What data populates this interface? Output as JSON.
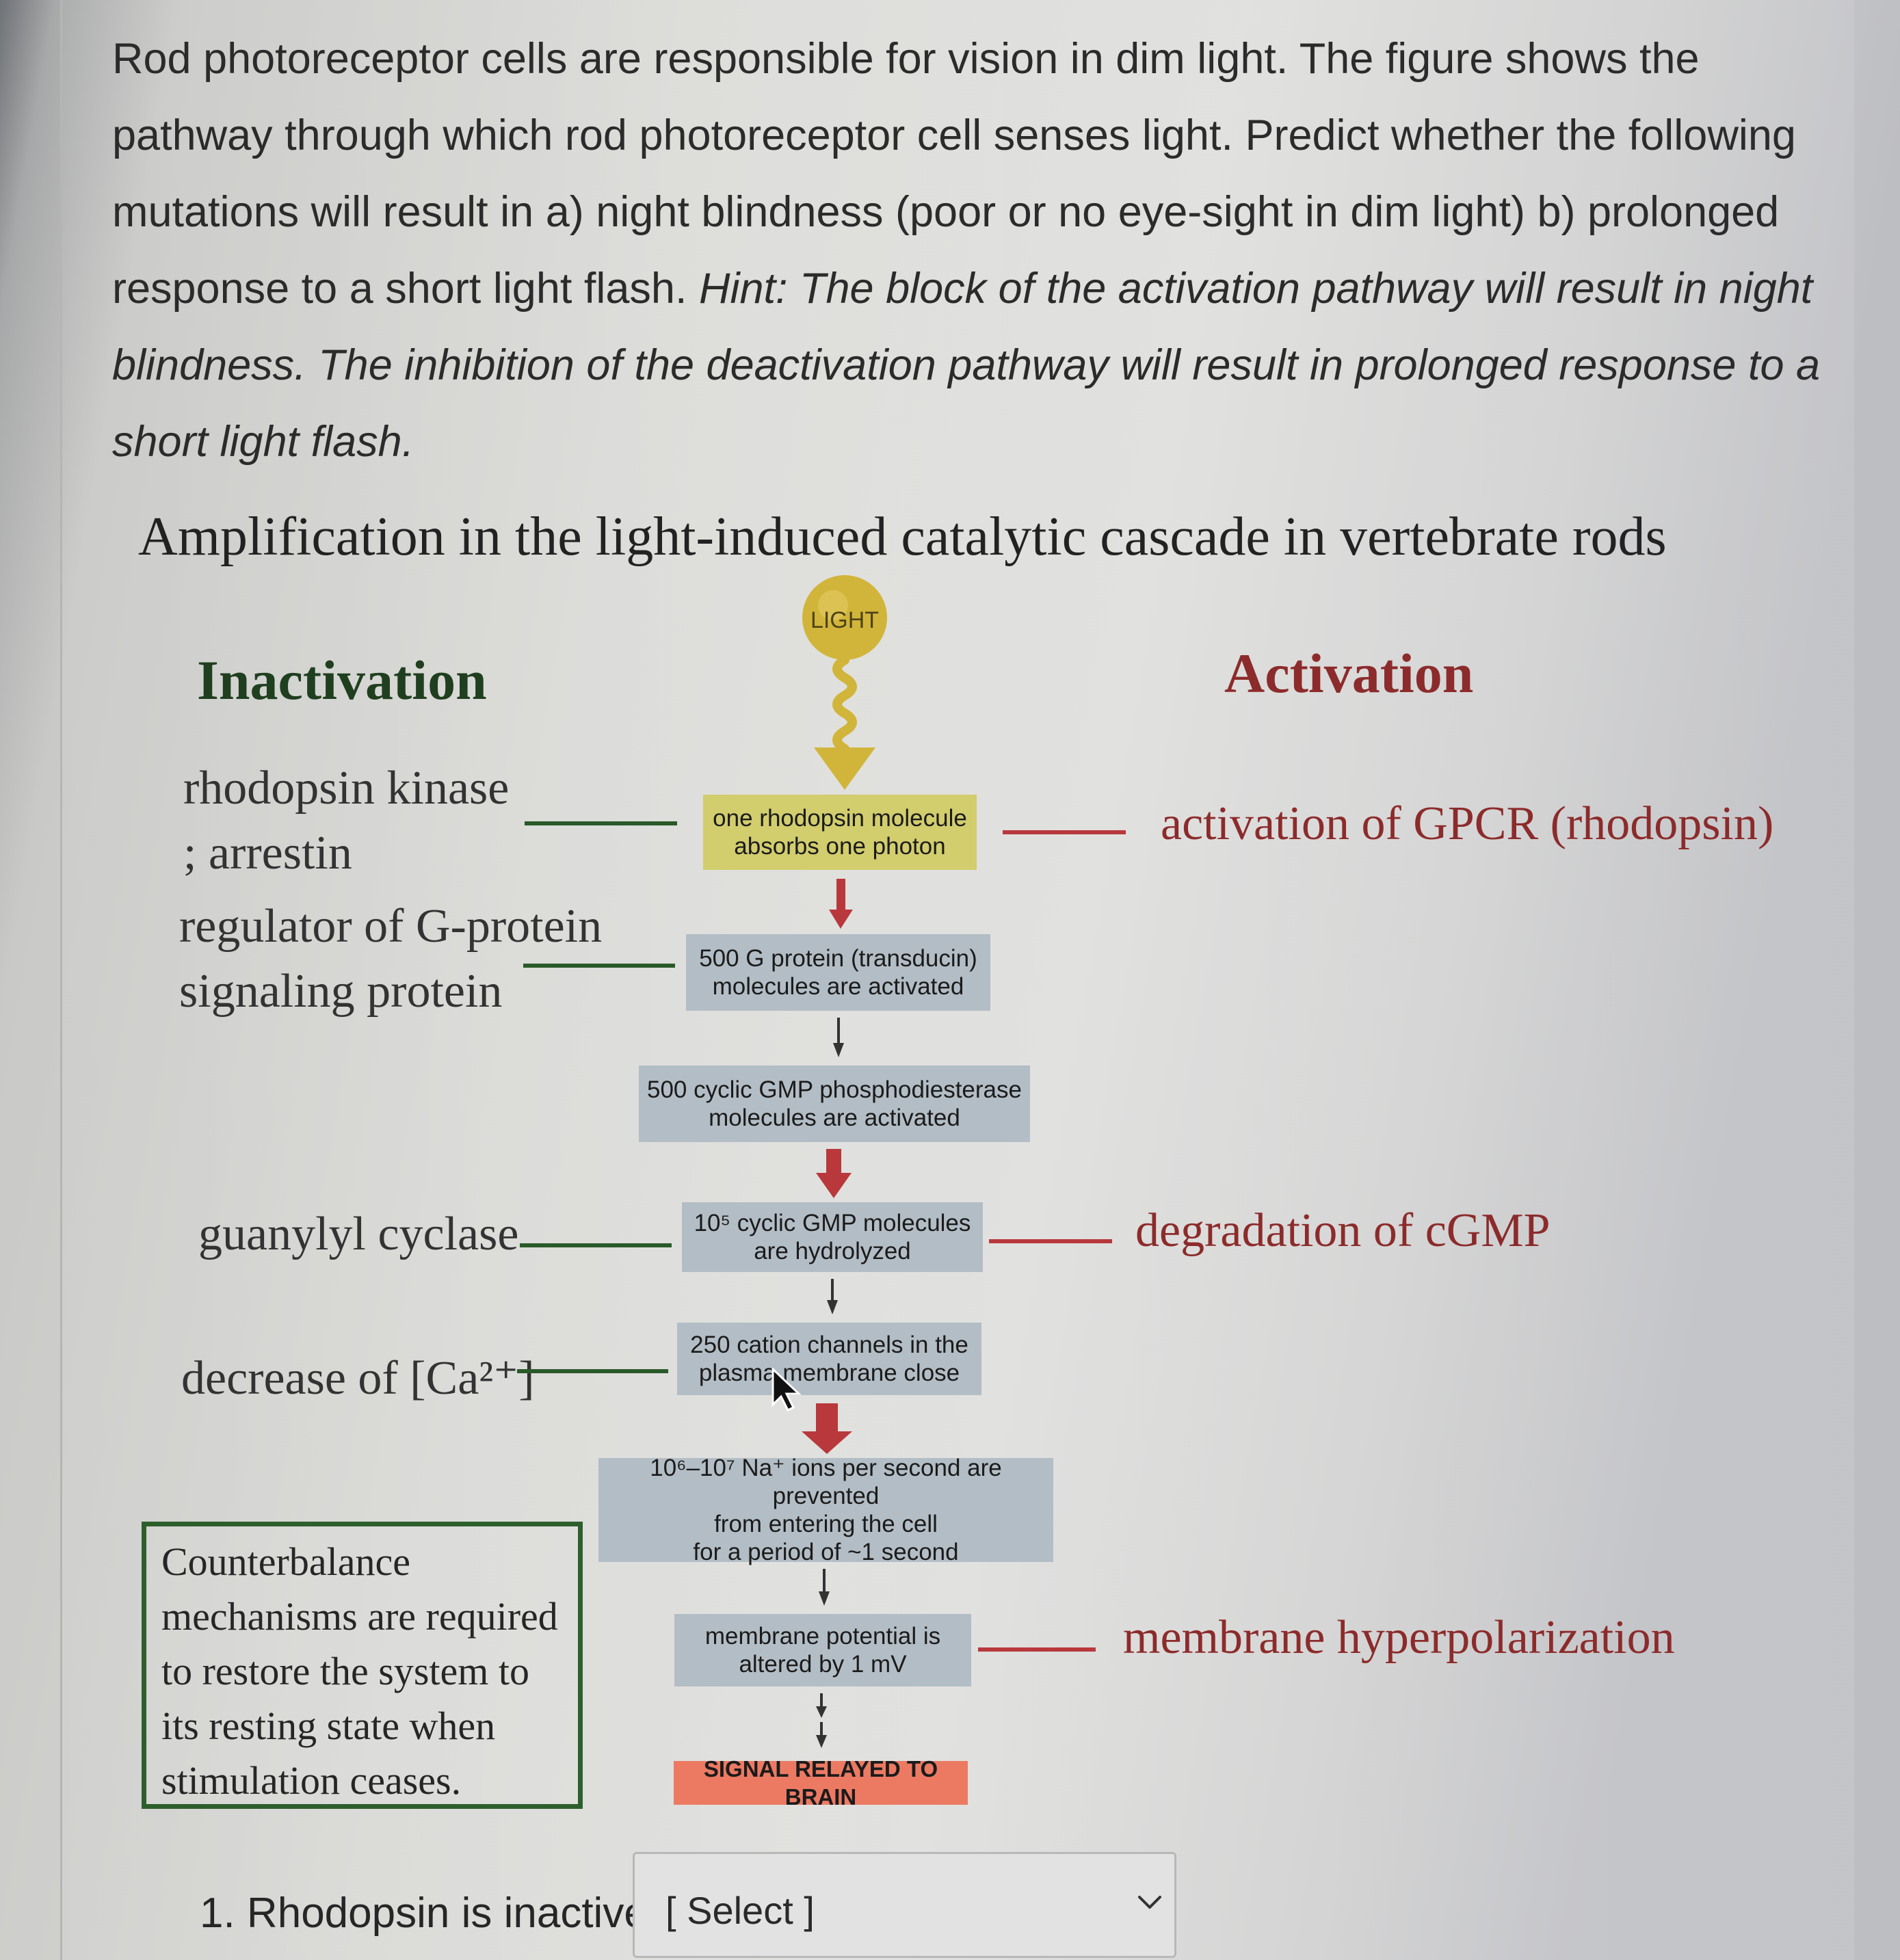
{
  "instructions": {
    "paragraph": "Rod photoreceptor cells are responsible for vision in dim light. The figure shows the pathway through which rod photoreceptor cell senses light. Predict whether the following mutations will result in a) night blindness (poor or no eye-sight in dim light)  b) prolonged response to a short light flash. ",
    "hint": "Hint: The block of the activation pathway will result in night blindness. The inhibition of the deactivation pathway will result in prolonged response to a short light flash."
  },
  "figure": {
    "title": "Amplification in the light-induced catalytic cascade in vertebrate rods",
    "inactivation_heading": "Inactivation",
    "activation_heading": "Activation",
    "light_label": "LIGHT",
    "cascade": [
      "one rhodopsin molecule\nabsorbs one photon",
      "500 G protein (transducin)\nmolecules are activated",
      "500 cyclic GMP phosphodiesterase\nmolecules are activated",
      "10⁵ cyclic GMP molecules\nare hydrolyzed",
      "250 cation channels in the\nplasma membrane close",
      "10⁶–10⁷ Na⁺ ions per second are prevented\nfrom entering the cell\nfor a period of ~1 second",
      "membrane potential is\naltered by 1 mV",
      "SIGNAL RELAYED TO BRAIN"
    ],
    "inactivation_labels": [
      "rhodopsin kinase\n; arrestin",
      "regulator of G-protein\nsignaling protein",
      "guanylyl cyclase",
      "decrease of [Ca²⁺]"
    ],
    "activation_labels": [
      "activation of GPCR (rhodopsin)",
      "degradation of cGMP",
      "membrane hyperpolarization"
    ],
    "counterbalance_note": "Counterbalance mechanisms are required to restore the system to its resting state when stimulation ceases."
  },
  "question": {
    "label": "1. Rhodopsin is inactive",
    "select_value": "[ Select ]"
  },
  "colors": {
    "inactivation": "#2a5a2a",
    "activation": "#b8383c",
    "light": "#d1b53a",
    "signal_box": "#ec7a63"
  }
}
